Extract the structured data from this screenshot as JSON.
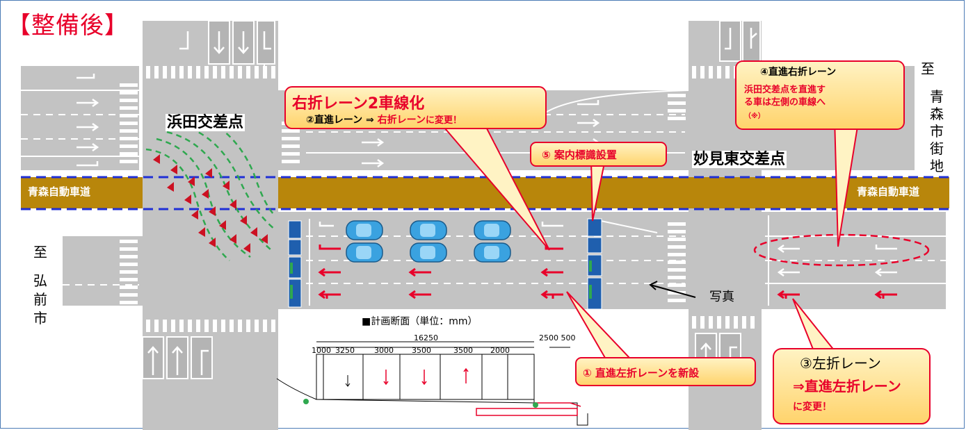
{
  "title": "【整備後】",
  "intersections": {
    "hamada": "浜田交差点",
    "myoken_higashi": "妙見東交差点"
  },
  "expressway": {
    "left_label": "青森自動車道",
    "right_label": "青森自動車道"
  },
  "directions": {
    "aomori": [
      "至",
      "青",
      "森",
      "市",
      "街",
      "地"
    ],
    "hirosaki": [
      "至",
      "弘",
      "前",
      "市"
    ]
  },
  "photo_label": "写真",
  "cross_section": {
    "heading": "■計画断面（単位：mm）",
    "total": "16250",
    "widths": [
      "1000",
      "3250",
      "3000",
      "3500",
      "3500",
      "2000"
    ],
    "right_widths": "2500 500"
  },
  "callouts": {
    "c1": {
      "text": "① 直進左折レーンを新設"
    },
    "c2": {
      "headline": "右折レーン2車線化",
      "line2_a": "②直進レーン ⇒ ",
      "line2_b": "右折レーン",
      "line2_c": "に変更！"
    },
    "c3": {
      "line1": "③左折レーン",
      "line2": "⇒直進左折レーン",
      "line3": "に変更！"
    },
    "c4": {
      "line1": "④直進右折レーン",
      "line2": "浜田交差点を直進す",
      "line3": "る車は左側の車線へ",
      "line4": "（※）"
    },
    "c5": {
      "text": "⑤ 案内標識設置"
    }
  },
  "colors": {
    "road": "#c3c3c3",
    "expressway": "#b8860b",
    "callout_fill": "#ffe49a",
    "callout_border": "#e8002a",
    "accent_red": "#e8002a",
    "dash_blue": "#1f2fd6",
    "car_blue": "#3aa2e0",
    "sign_blue": "#1f5fae"
  }
}
